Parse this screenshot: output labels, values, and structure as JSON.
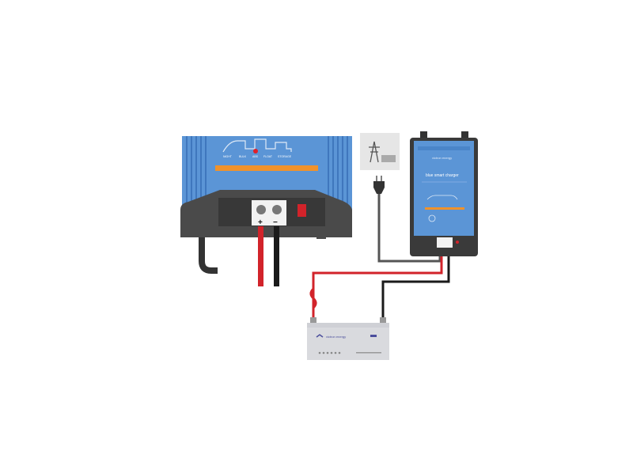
{
  "inverter": {
    "stages": [
      "NIGHT",
      "BULK",
      "ABS",
      "FLOAT",
      "STORAGE"
    ],
    "active_stage": "ABS",
    "terminal_plus": "+",
    "terminal_minus": "−"
  },
  "charger": {
    "brand": "victron energy",
    "product": "blue smart charger"
  },
  "battery": {
    "brand": "victron energy"
  },
  "colors": {
    "device_blue": "#5b95d6",
    "accent_orange": "#f0922b",
    "housing_dark": "#4a4a4a",
    "positive_cable": "#d2232a",
    "negative_cable": "#1a1a1a",
    "battery_gray": "#d9dade"
  },
  "icons": [
    "power-pylon-icon",
    "ac-plug-icon",
    "fuse-icon"
  ]
}
